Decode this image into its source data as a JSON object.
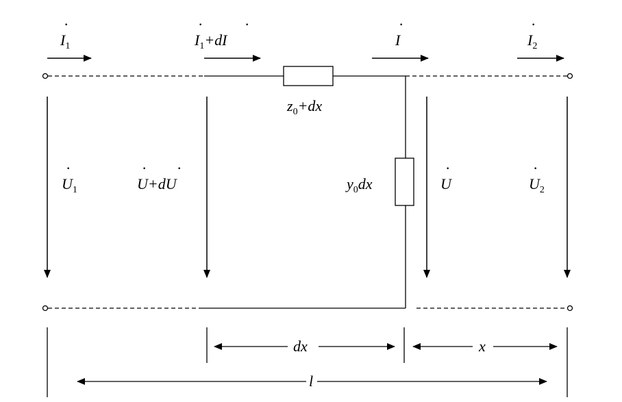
{
  "labels": {
    "I1": {
      "main": "I",
      "sub": "1"
    },
    "I1_plus_dI": {
      "main": "I",
      "sub": "1",
      "rest": "+dI"
    },
    "I": {
      "main": "I"
    },
    "I2": {
      "main": "I",
      "sub": "2"
    },
    "z0dx": {
      "main": "z",
      "sub": "0",
      "rest": "+dx"
    },
    "y0dx": {
      "main": "y",
      "sub": "0",
      "rest": "dx"
    },
    "U1": {
      "main": "U",
      "sub": "1"
    },
    "U_plus_dU": {
      "main": "U",
      "rest": "+dU"
    },
    "U": {
      "main": "U"
    },
    "U2": {
      "main": "U",
      "sub": "2"
    },
    "dx": "dx",
    "x": "x",
    "l": "l"
  },
  "dot_glyph": "·"
}
